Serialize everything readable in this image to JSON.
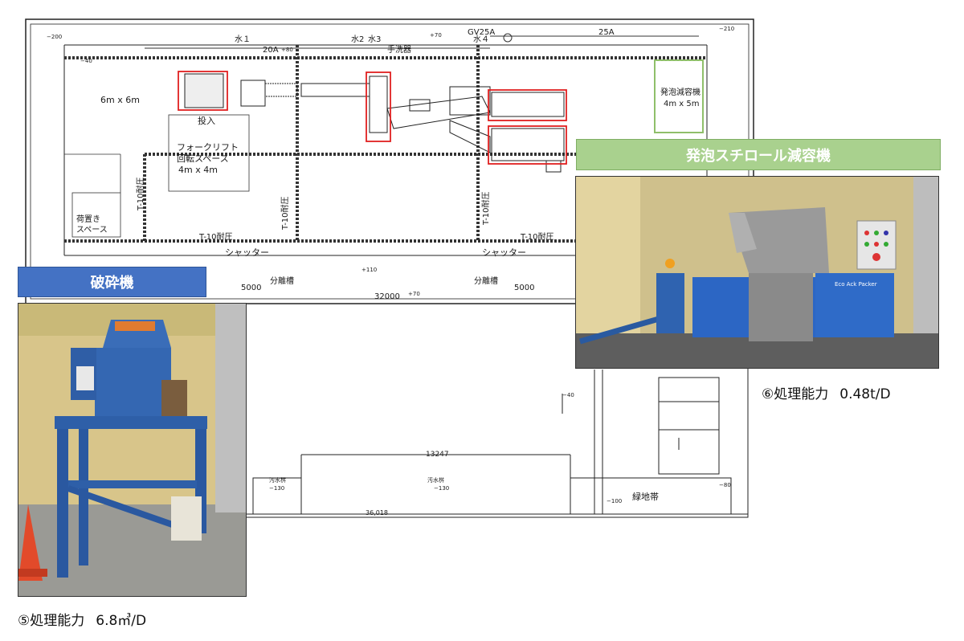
{
  "floor_plan": {
    "labels": {
      "water1": "水１",
      "water2": "水2",
      "water3": "水3",
      "water4": "水４",
      "pipe_20a": "20A",
      "pipe_25a": "25A",
      "gv25a": "GV25A",
      "hand_washer": "手洗器",
      "room_6x6": "6m x 6m",
      "input": "投入",
      "forklift_1": "フォークリフト",
      "forklift_2": "回転スペース",
      "forklift_3": "4m x 4m",
      "storage_1": "荷置き",
      "storage_2": "スペース",
      "t10_a": "T-10耐圧",
      "t10_b": "T-10耐圧",
      "t10_c": "T-10耐圧",
      "t10_d": "T-10耐圧",
      "t10_e": "T-10耐圧",
      "shutter_1": "シャッター",
      "shutter_2": "シャッター",
      "separator_1": "分離槽",
      "separator_2": "分離槽",
      "dim_5000_a": "5000",
      "dim_5000_b": "5000",
      "dim_32000": "32000",
      "dim_13247": "13247",
      "dim_36018": "36,018",
      "eps_room_1": "発泡減容機",
      "eps_room_2": "4m x 5m",
      "green_belt": "緑地帯",
      "sewage": "汚水桝",
      "lv_plus70_a": "+70",
      "lv_plus70_b": "+70",
      "lv_plus110": "+110",
      "lv_minus200": "−200",
      "lv_minus210": "−210",
      "lv_minus40_a": "−40",
      "lv_minus40_b": "−40",
      "lv_minus130_a": "−130",
      "lv_minus130_b": "−130",
      "lv_minus100": "−100",
      "lv_minus80": "−80",
      "lv_plus80": "+80"
    }
  },
  "crusher": {
    "banner": "破砕機",
    "caption_label": "⑤処理能力",
    "caption_value": "6.8㎥/D"
  },
  "eps_reducer": {
    "banner": "発泡スチロール減容機",
    "caption_label": "⑥処理能力",
    "caption_value": "0.48t/D",
    "machine_label": "Eco Ack Packer"
  }
}
